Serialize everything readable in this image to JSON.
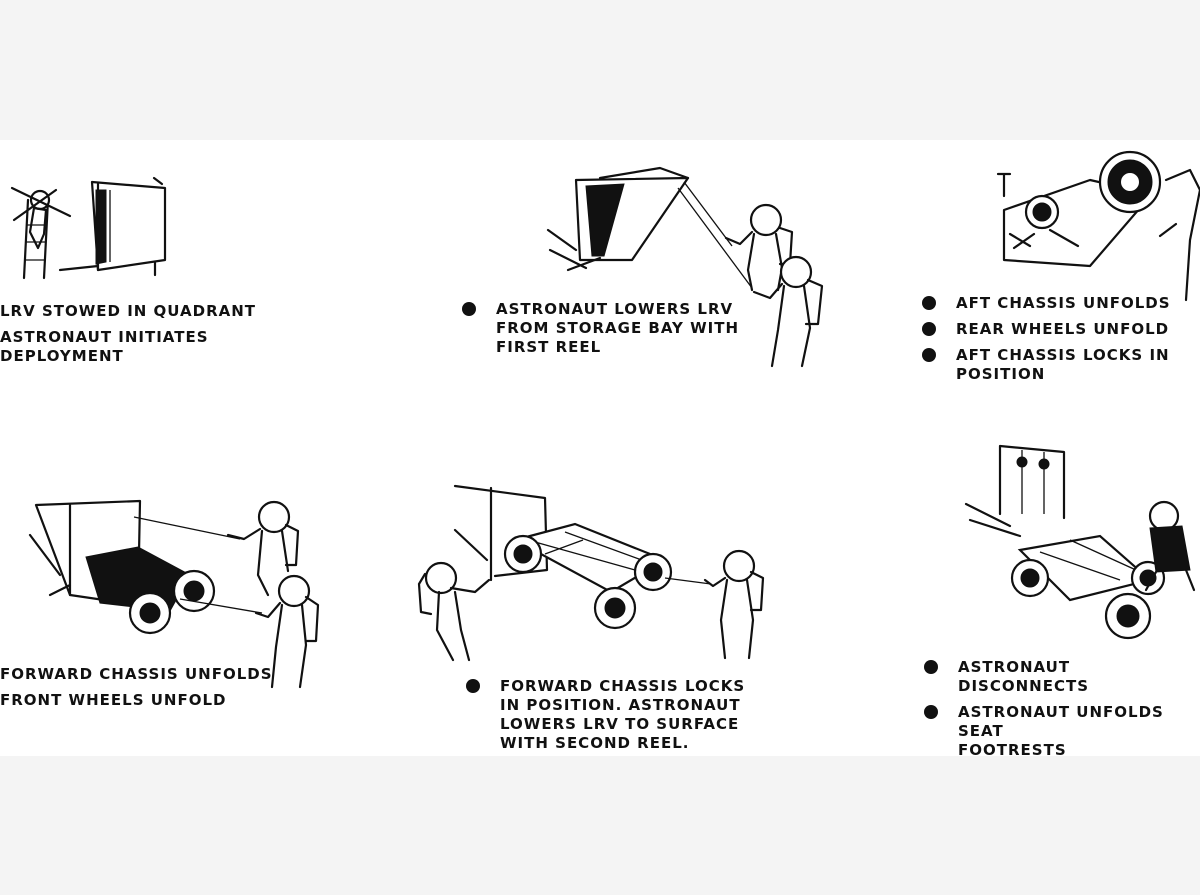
{
  "panels": [
    {
      "id": "stowed",
      "captions": [
        "LRV STOWED IN QUADRANT",
        "ASTRONAUT INITIATES\nDEPLOYMENT"
      ]
    },
    {
      "id": "lowers",
      "captions": [
        "ASTRONAUT LOWERS LRV\nFROM STORAGE BAY WITH\nFIRST REEL"
      ]
    },
    {
      "id": "aft-chassis",
      "captions": [
        "AFT CHASSIS UNFOLDS",
        "REAR WHEELS UNFOLD",
        "AFT CHASSIS LOCKS IN\nPOSITION"
      ]
    },
    {
      "id": "forward-chassis",
      "captions": [
        "FORWARD CHASSIS UNFOLDS",
        "FRONT WHEELS UNFOLD"
      ]
    },
    {
      "id": "locks",
      "captions": [
        "FORWARD CHASSIS LOCKS\nIN POSITION. ASTRONAUT\nLOWERS LRV TO SURFACE\nWITH SECOND REEL."
      ]
    },
    {
      "id": "disconnect",
      "captions": [
        "ASTRONAUT DISCONNECTS",
        "ASTRONAUT UNFOLDS SEAT\nFOOTRESTS"
      ]
    }
  ]
}
